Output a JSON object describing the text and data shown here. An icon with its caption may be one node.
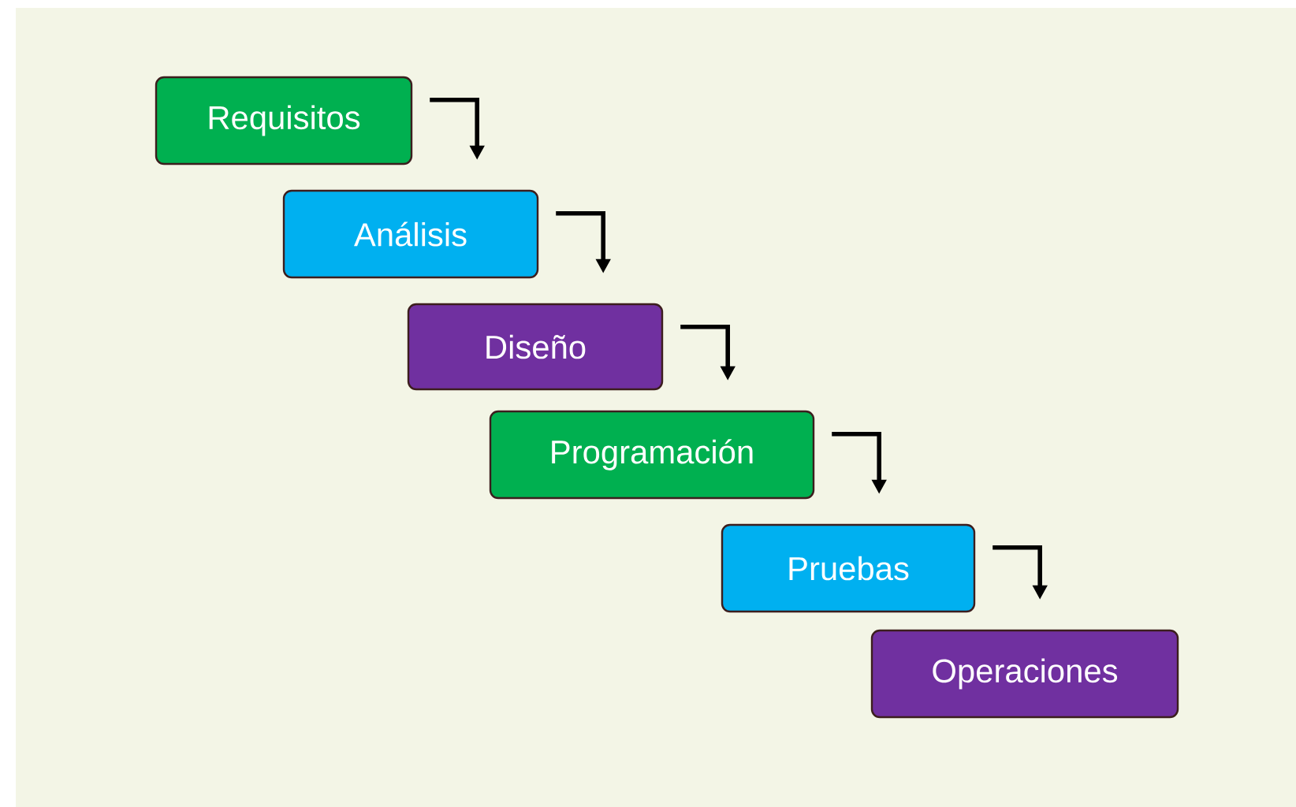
{
  "diagram": {
    "nodes": [
      {
        "text": [
          "Requisitos"
        ]
      },
      {
        "text": [
          "Análisis"
        ]
      },
      {
        "text": [
          "Diseño"
        ]
      },
      {
        "text": [
          "Programación"
        ]
      },
      {
        "text": [
          "Pruebas"
        ]
      },
      {
        "text": [
          "Operaciones"
        ]
      }
    ],
    "edges": [
      {
        "from": 0,
        "to": 1,
        "arrow": "to"
      },
      {
        "from": 1,
        "to": 2,
        "arrow": "to"
      },
      {
        "from": 2,
        "to": 3,
        "arrow": "to"
      },
      {
        "from": 3,
        "to": 4,
        "arrow": "to"
      },
      {
        "from": 4,
        "to": 5,
        "arrow": "to"
      }
    ]
  }
}
